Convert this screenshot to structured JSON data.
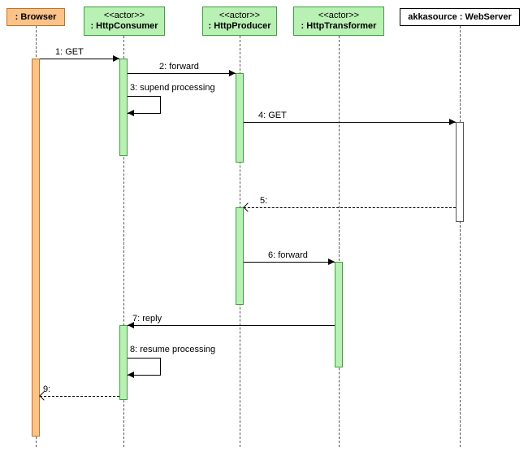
{
  "diagram": {
    "type": "uml-sequence",
    "lifelines": [
      {
        "stereotype": "",
        "name": ": Browser"
      },
      {
        "stereotype": "<<actor>>",
        "name": ": HttpConsumer"
      },
      {
        "stereotype": "<<actor>>",
        "name": ": HttpProducer"
      },
      {
        "stereotype": "<<actor>>",
        "name": ": HttpTransformer"
      },
      {
        "stereotype": "",
        "name": "akkasource : WebServer"
      }
    ],
    "messages": [
      {
        "label": "1: GET",
        "from": ": Browser",
        "to": ": HttpConsumer",
        "style": "solid"
      },
      {
        "label": "2: forward",
        "from": ": HttpConsumer",
        "to": ": HttpProducer",
        "style": "solid"
      },
      {
        "label": "3: supend processing",
        "from": ": HttpConsumer",
        "to": ": HttpConsumer",
        "style": "self"
      },
      {
        "label": "4: GET",
        "from": ": HttpProducer",
        "to": "akkasource : WebServer",
        "style": "solid"
      },
      {
        "label": "5:",
        "from": "akkasource : WebServer",
        "to": ": HttpProducer",
        "style": "dashed"
      },
      {
        "label": "6: forward",
        "from": ": HttpProducer",
        "to": ": HttpTransformer",
        "style": "solid"
      },
      {
        "label": "7: reply",
        "from": ": HttpTransformer",
        "to": ": HttpConsumer",
        "style": "solid"
      },
      {
        "label": "8: resume processing",
        "from": ": HttpConsumer",
        "to": ": HttpConsumer",
        "style": "self"
      },
      {
        "label": "9:",
        "from": ": HttpConsumer",
        "to": ": Browser",
        "style": "dashed"
      }
    ],
    "colors": {
      "actor_fill": "#b9f0b4",
      "actor_border": "#3f9e3f",
      "browser_fill": "#fbc389",
      "browser_border": "#bd7426",
      "server_fill": "#ffffff",
      "server_border": "#000000",
      "lifeline": "#595959",
      "message": "#000000",
      "background": "#ffffff"
    }
  }
}
